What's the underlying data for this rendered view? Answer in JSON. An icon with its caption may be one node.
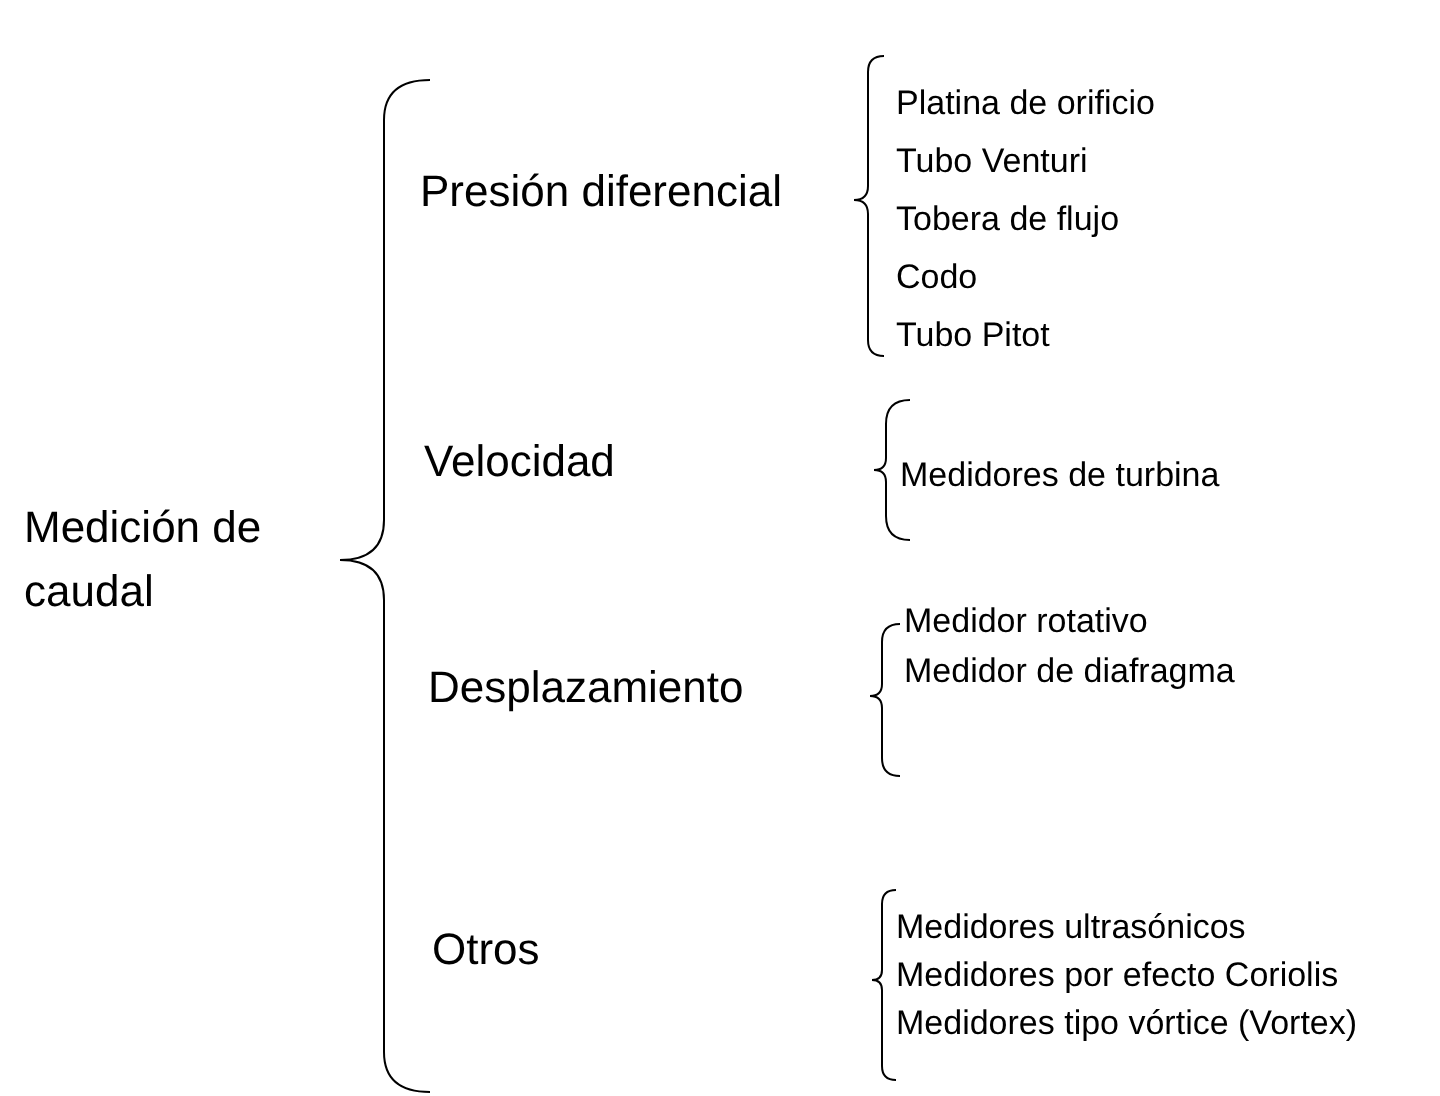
{
  "diagram": {
    "labels": [
      "Medición de caudal",
      "Presión diferencial",
      "Platina de orificio",
      "Tubo Venturi",
      "Tobera de flujo",
      "Codo",
      "Tubo Pitot",
      "Velocidad",
      "Medidores de turbina",
      "Desplazamiento",
      "Medidor rotativo",
      "Medidor de diafragma",
      "Otros",
      "Medidores ultrasónicos",
      "Medidores por efecto Coriolis",
      "Medidores tipo vórtice (Vortex)"
    ]
  }
}
